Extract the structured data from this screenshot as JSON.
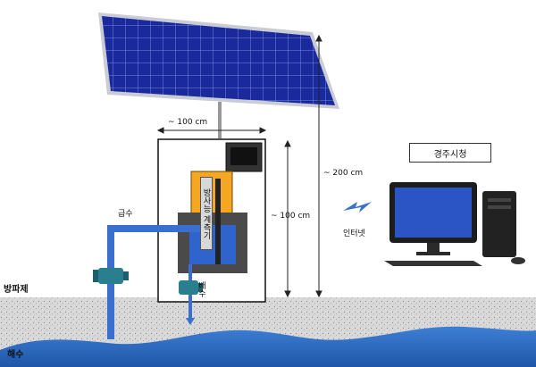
{
  "labels": {
    "width_dim": "~ 100 cm",
    "box_height_dim": "~ 100 cm",
    "total_height_dim": "~ 200 cm",
    "supply": "급수",
    "drain": "배수",
    "meter": "방사능 계측기",
    "internet": "인터넷",
    "city_hall": "경주시청",
    "breakwater": "방파제",
    "seawater": "해수"
  },
  "colors": {
    "solar_cell": "#1f2fa8",
    "solar_frame": "#c9ccd4",
    "pipe": "#3a6fd0",
    "tank_water": "#2f64cc",
    "gray_housing": "#4a4a4a",
    "detector_orange": "#f5a623",
    "ground": "#d4d4d4",
    "sea": "#2e6fc4",
    "dimension_line": "#222222"
  },
  "icons": {
    "solar_panel": "solar-panel-icon",
    "monitor": "monitor-icon",
    "pump": "pump-icon",
    "computer": "desktop-computer-icon",
    "signal": "lightning-signal-icon"
  }
}
